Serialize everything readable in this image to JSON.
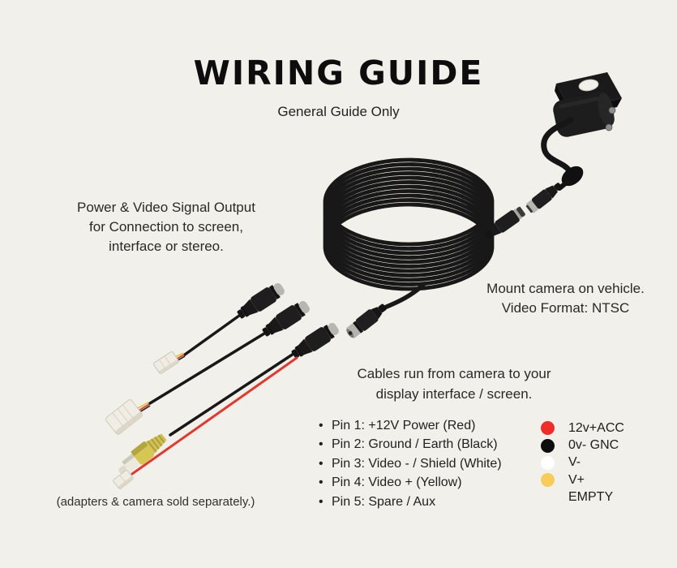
{
  "header": {
    "title": "WIRING GUIDE",
    "subtitle": "General Guide Only"
  },
  "annotations": {
    "signal_output": "Power & Video Signal Output\nfor Connection to screen,\ninterface or stereo.",
    "mount": "Mount camera on vehicle.\nVideo Format: NTSC",
    "cable_run": "Cables run from camera to your\ndisplay interface / screen.",
    "footnote": "(adapters & camera sold separately.)"
  },
  "pin_list": {
    "bullet": "•",
    "items": [
      "Pin 1: +12V Power (Red)",
      "Pin 2: Ground / Earth (Black)",
      "Pin 3: Video - / Shield (White)",
      "Pin 4: Video + (Yellow)",
      "Pin 5: Spare / Aux"
    ]
  },
  "wire_legend": {
    "items": [
      {
        "label": "12v+ACC",
        "color": "#ee2d2a"
      },
      {
        "label": "0v- GNC",
        "color": "#0d0d0d"
      },
      {
        "label": "V-",
        "color": "#ffffff"
      },
      {
        "label": "V+",
        "color": "#f6cc5b"
      },
      {
        "label": "EMPTY",
        "color": ""
      }
    ]
  },
  "colors": {
    "background": "#f2f0ea",
    "title": "#0d0d0d",
    "body_text": "#2b2925",
    "cable_black": "#171717",
    "connector_silver": "#b8b6b1",
    "rca_yellow": "#d2c252"
  }
}
